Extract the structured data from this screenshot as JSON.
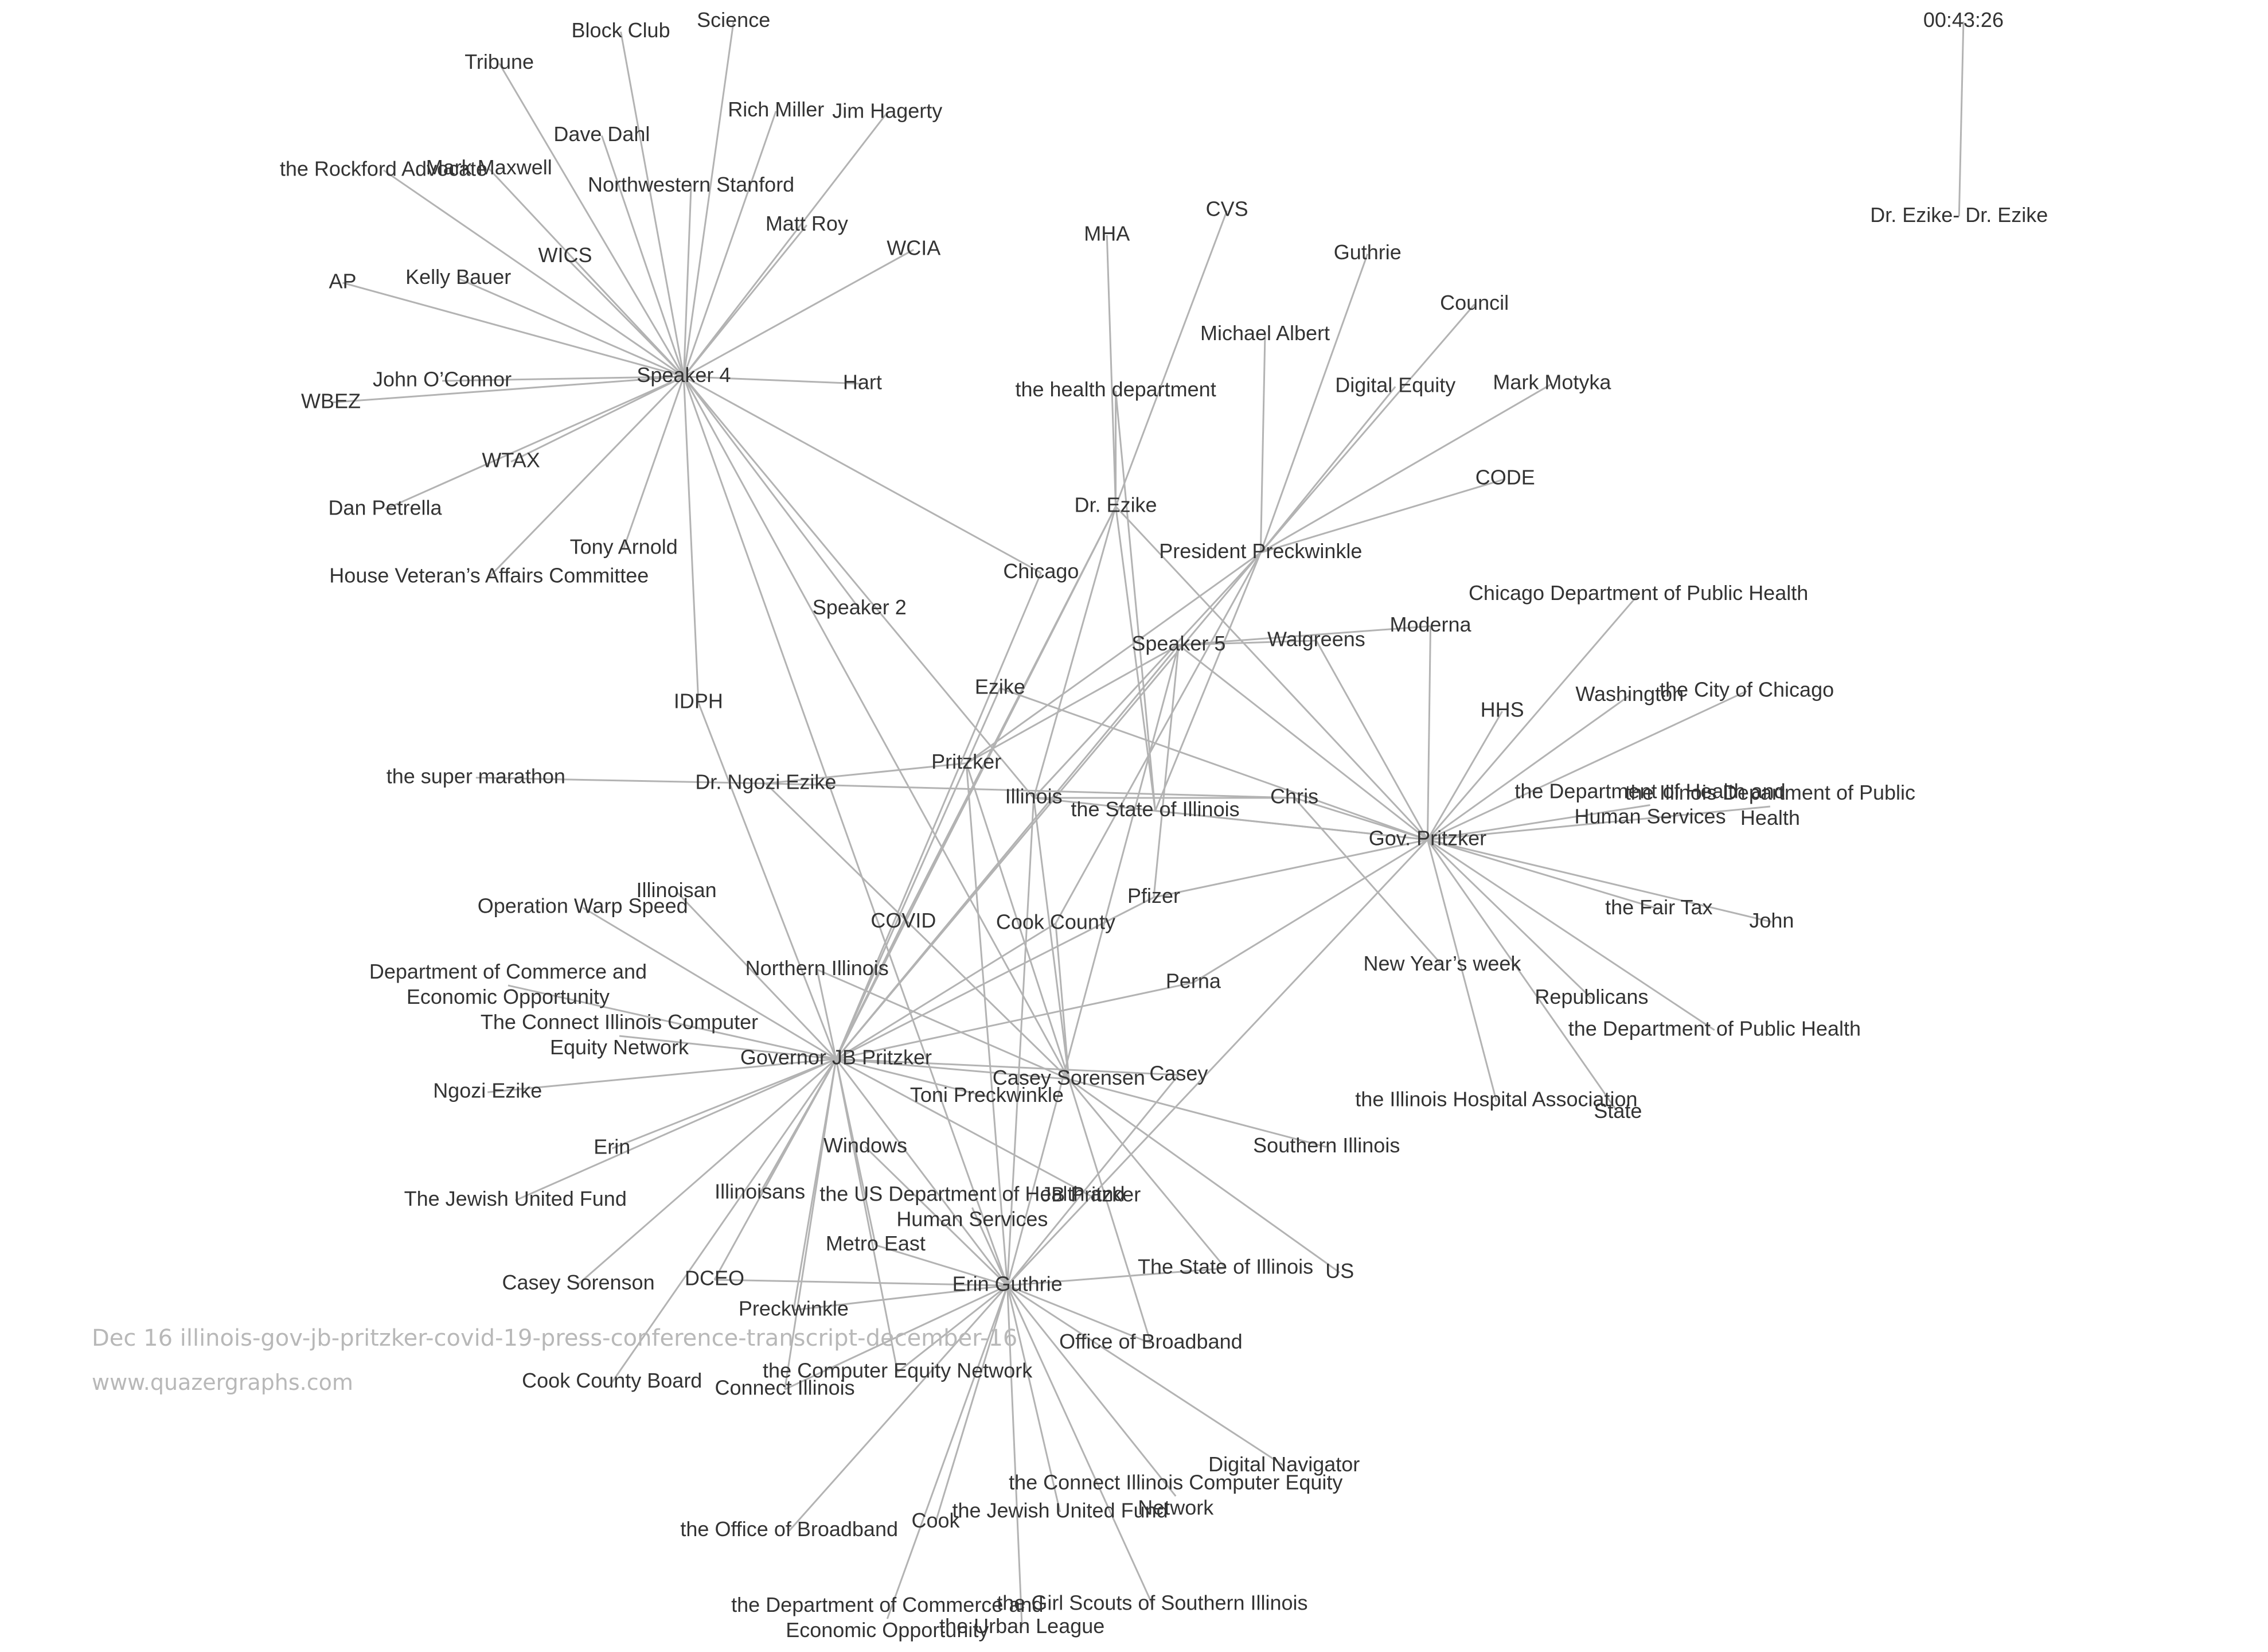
{
  "colors": {
    "edge": "#b3b3b3",
    "label": "#333333",
    "watermark": "#b8b8b8",
    "background": "#ffffff"
  },
  "watermark": {
    "title": "Dec 16 illinois-gov-jb-pritzker-covid-19-press-conference-transcript-december-16",
    "site": "www.quazergraphs.com"
  },
  "graph": {
    "nodes": [
      {
        "id": "speaker4",
        "label": "Speaker 4"
      },
      {
        "id": "block_club",
        "label": "Block Club"
      },
      {
        "id": "science",
        "label": "Science"
      },
      {
        "id": "tribune",
        "label": "Tribune"
      },
      {
        "id": "rich_miller",
        "label": "Rich Miller"
      },
      {
        "id": "jim_hagerty",
        "label": "Jim Hagerty"
      },
      {
        "id": "dave_dahl",
        "label": "Dave Dahl"
      },
      {
        "id": "rockford",
        "label": "the Rockford Advocate"
      },
      {
        "id": "mark_maxwell",
        "label": "Mark Maxwell"
      },
      {
        "id": "northwestern",
        "label": "Northwestern Stanford"
      },
      {
        "id": "matt_roy",
        "label": "Matt Roy"
      },
      {
        "id": "wcia",
        "label": "WCIA"
      },
      {
        "id": "wics",
        "label": "WICS"
      },
      {
        "id": "ap",
        "label": "AP"
      },
      {
        "id": "kelly_bauer",
        "label": "Kelly Bauer"
      },
      {
        "id": "john_oconnor",
        "label": "John O’Connor"
      },
      {
        "id": "wbez",
        "label": "WBEZ"
      },
      {
        "id": "hart",
        "label": "Hart"
      },
      {
        "id": "wtax",
        "label": "WTAX"
      },
      {
        "id": "dan_petrella",
        "label": "Dan Petrella"
      },
      {
        "id": "tony_arnold",
        "label": "Tony Arnold"
      },
      {
        "id": "house_vet",
        "label": "House Veteran’s Affairs Committee"
      },
      {
        "id": "idph",
        "label": "IDPH"
      },
      {
        "id": "chicago",
        "label": "Chicago"
      },
      {
        "id": "speaker2",
        "label": "Speaker 2"
      },
      {
        "id": "illinois",
        "label": "Illinois"
      },
      {
        "id": "time_node",
        "label": "00:43:26"
      },
      {
        "id": "dr_ezike_dr_ezike",
        "label": "Dr. Ezike- Dr. Ezike"
      },
      {
        "id": "mha",
        "label": "MHA"
      },
      {
        "id": "cvs",
        "label": "CVS"
      },
      {
        "id": "guthrie",
        "label": "Guthrie"
      },
      {
        "id": "council",
        "label": "Council"
      },
      {
        "id": "michael_albert",
        "label": "Michael Albert"
      },
      {
        "id": "health_dept",
        "label": "the health department"
      },
      {
        "id": "digital_equity",
        "label": "Digital Equity"
      },
      {
        "id": "mark_motyka",
        "label": "Mark Motyka"
      },
      {
        "id": "code",
        "label": "CODE"
      },
      {
        "id": "dr_ezike",
        "label": "Dr. Ezike"
      },
      {
        "id": "pres_preckwinkle",
        "label": "President Preckwinkle"
      },
      {
        "id": "cdph",
        "label": "Chicago Department of Public Health"
      },
      {
        "id": "moderna",
        "label": "Moderna"
      },
      {
        "id": "walgreens",
        "label": "Walgreens"
      },
      {
        "id": "speaker5",
        "label": "Speaker 5"
      },
      {
        "id": "ezike",
        "label": "Ezike"
      },
      {
        "id": "hhs",
        "label": "HHS"
      },
      {
        "id": "washington",
        "label": "Washington"
      },
      {
        "id": "city_chicago",
        "label": "the City of Chicago"
      },
      {
        "id": "pritzker",
        "label": "Pritzker"
      },
      {
        "id": "dr_ngozi_ezike",
        "label": "Dr. Ngozi Ezike"
      },
      {
        "id": "super_marathon",
        "label": "the super marathon"
      },
      {
        "id": "state_illinois",
        "label": "the State of Illinois"
      },
      {
        "id": "chris",
        "label": "Chris"
      },
      {
        "id": "gov_pritzker",
        "label": "Gov. Pritzker"
      },
      {
        "id": "dhhs",
        "label": "the Department of Health and Human Services"
      },
      {
        "id": "idph_long",
        "label": "the Illinois Department of Public Health"
      },
      {
        "id": "fair_tax",
        "label": "the Fair Tax"
      },
      {
        "id": "john",
        "label": "John"
      },
      {
        "id": "pfizer",
        "label": "Pfizer"
      },
      {
        "id": "cook_county",
        "label": "Cook County"
      },
      {
        "id": "covid",
        "label": "COVID"
      },
      {
        "id": "illinoisan",
        "label": "Illinoisan"
      },
      {
        "id": "op_warp",
        "label": "Operation Warp Speed"
      },
      {
        "id": "new_years",
        "label": "New Year’s week"
      },
      {
        "id": "republicans",
        "label": "Republicans"
      },
      {
        "id": "dph",
        "label": "the Department of Public Health"
      },
      {
        "id": "northern_il",
        "label": "Northern Illinois"
      },
      {
        "id": "perna",
        "label": "Perna"
      },
      {
        "id": "dceo_long",
        "label": "Department of Commerce and Economic Opportunity"
      },
      {
        "id": "cicen",
        "label": "The Connect Illinois Computer Equity Network"
      },
      {
        "id": "governor_jb",
        "label": "Governor JB Pritzker"
      },
      {
        "id": "casey_sorensen",
        "label": "Casey Sorensen"
      },
      {
        "id": "casey",
        "label": "Casey"
      },
      {
        "id": "ngozi_ezike",
        "label": "Ngozi Ezike"
      },
      {
        "id": "toni_preckwinkle",
        "label": "Toni Preckwinkle"
      },
      {
        "id": "il_hospital",
        "label": "the Illinois Hospital Association"
      },
      {
        "id": "state",
        "label": "State"
      },
      {
        "id": "erin",
        "label": "Erin"
      },
      {
        "id": "windows",
        "label": "Windows"
      },
      {
        "id": "southern_il",
        "label": "Southern Illinois"
      },
      {
        "id": "jewish_fund_cap",
        "label": "The Jewish United Fund"
      },
      {
        "id": "illinoisans",
        "label": "Illinoisans"
      },
      {
        "id": "us_dhhs",
        "label": "the US Department of Health and Human Services"
      },
      {
        "id": "jb_pritzker",
        "label": "JB Pritzker"
      },
      {
        "id": "metro_east",
        "label": "Metro East"
      },
      {
        "id": "state_illinois_cap",
        "label": "The State of Illinois"
      },
      {
        "id": "us",
        "label": "US"
      },
      {
        "id": "casey_sorenson",
        "label": "Casey Sorenson"
      },
      {
        "id": "dceo",
        "label": "DCEO"
      },
      {
        "id": "erin_guthrie",
        "label": "Erin Guthrie"
      },
      {
        "id": "preckwinkle",
        "label": "Preckwinkle"
      },
      {
        "id": "office_broadband",
        "label": "Office of Broadband"
      },
      {
        "id": "computer_equity",
        "label": "the Computer Equity Network"
      },
      {
        "id": "cook_board",
        "label": "Cook County Board"
      },
      {
        "id": "connect_illinois",
        "label": "Connect Illinois"
      },
      {
        "id": "digital_nav",
        "label": "Digital Navigator"
      },
      {
        "id": "connect_il_cen",
        "label": "the Connect Illinois Computer Equity Network"
      },
      {
        "id": "jewish_fund",
        "label": "the Jewish United Fund"
      },
      {
        "id": "office_broadband_the",
        "label": "the Office of Broadband"
      },
      {
        "id": "cook",
        "label": "Cook"
      },
      {
        "id": "dceo_the",
        "label": "the Department of Commerce and Economic Opportunity"
      },
      {
        "id": "girl_scouts",
        "label": "the Girl Scouts of Southern Illinois"
      },
      {
        "id": "urban_league",
        "label": "the Urban League"
      }
    ],
    "edges": [
      [
        "speaker4",
        "block_club"
      ],
      [
        "speaker4",
        "science"
      ],
      [
        "speaker4",
        "tribune"
      ],
      [
        "speaker4",
        "rich_miller"
      ],
      [
        "speaker4",
        "jim_hagerty"
      ],
      [
        "speaker4",
        "dave_dahl"
      ],
      [
        "speaker4",
        "rockford"
      ],
      [
        "speaker4",
        "mark_maxwell"
      ],
      [
        "speaker4",
        "northwestern"
      ],
      [
        "speaker4",
        "matt_roy"
      ],
      [
        "speaker4",
        "wcia"
      ],
      [
        "speaker4",
        "wics"
      ],
      [
        "speaker4",
        "ap"
      ],
      [
        "speaker4",
        "kelly_bauer"
      ],
      [
        "speaker4",
        "john_oconnor"
      ],
      [
        "speaker4",
        "wbez"
      ],
      [
        "speaker4",
        "hart"
      ],
      [
        "speaker4",
        "wtax"
      ],
      [
        "speaker4",
        "dan_petrella"
      ],
      [
        "speaker4",
        "tony_arnold"
      ],
      [
        "speaker4",
        "house_vet"
      ],
      [
        "speaker4",
        "idph"
      ],
      [
        "speaker4",
        "chicago"
      ],
      [
        "speaker4",
        "speaker2"
      ],
      [
        "speaker4",
        "illinois"
      ],
      [
        "speaker4",
        "casey_sorensen"
      ],
      [
        "speaker4",
        "erin_guthrie"
      ],
      [
        "time_node",
        "dr_ezike_dr_ezike"
      ],
      [
        "dr_ezike",
        "mha"
      ],
      [
        "dr_ezike",
        "cvs"
      ],
      [
        "dr_ezike",
        "health_dept"
      ],
      [
        "dr_ezike",
        "governor_jb"
      ],
      [
        "dr_ezike",
        "illinois"
      ],
      [
        "dr_ezike",
        "state_illinois"
      ],
      [
        "dr_ezike",
        "covid"
      ],
      [
        "pres_preckwinkle",
        "guthrie"
      ],
      [
        "pres_preckwinkle",
        "council"
      ],
      [
        "pres_preckwinkle",
        "michael_albert"
      ],
      [
        "pres_preckwinkle",
        "digital_equity"
      ],
      [
        "pres_preckwinkle",
        "mark_motyka"
      ],
      [
        "pres_preckwinkle",
        "code"
      ],
      [
        "pres_preckwinkle",
        "illinois"
      ],
      [
        "pres_preckwinkle",
        "state_illinois"
      ],
      [
        "pres_preckwinkle",
        "governor_jb"
      ],
      [
        "pres_preckwinkle",
        "pritzker"
      ],
      [
        "pres_preckwinkle",
        "cook_county"
      ],
      [
        "speaker5",
        "moderna"
      ],
      [
        "speaker5",
        "walgreens"
      ],
      [
        "speaker5",
        "pfizer"
      ],
      [
        "speaker5",
        "pritzker"
      ],
      [
        "speaker5",
        "erin_guthrie"
      ],
      [
        "speaker5",
        "gov_pritzker"
      ],
      [
        "health_dept",
        "state_illinois"
      ],
      [
        "gov_pritzker",
        "cdph"
      ],
      [
        "gov_pritzker",
        "moderna"
      ],
      [
        "gov_pritzker",
        "walgreens"
      ],
      [
        "gov_pritzker",
        "hhs"
      ],
      [
        "gov_pritzker",
        "washington"
      ],
      [
        "gov_pritzker",
        "city_chicago"
      ],
      [
        "gov_pritzker",
        "dhhs"
      ],
      [
        "gov_pritzker",
        "idph_long"
      ],
      [
        "gov_pritzker",
        "fair_tax"
      ],
      [
        "gov_pritzker",
        "john"
      ],
      [
        "gov_pritzker",
        "republicans"
      ],
      [
        "gov_pritzker",
        "dph"
      ],
      [
        "gov_pritzker",
        "state"
      ],
      [
        "gov_pritzker",
        "il_hospital"
      ],
      [
        "gov_pritzker",
        "chris"
      ],
      [
        "gov_pritzker",
        "state_illinois"
      ],
      [
        "gov_pritzker",
        "pfizer"
      ],
      [
        "gov_pritzker",
        "perna"
      ],
      [
        "gov_pritzker",
        "illinois"
      ],
      [
        "gov_pritzker",
        "erin_guthrie"
      ],
      [
        "gov_pritzker",
        "ezike"
      ],
      [
        "gov_pritzker",
        "dr_ezike"
      ],
      [
        "chris",
        "new_years"
      ],
      [
        "chris",
        "illinois"
      ],
      [
        "dr_ngozi_ezike",
        "super_marathon"
      ],
      [
        "dr_ngozi_ezike",
        "pritzker"
      ],
      [
        "dr_ngozi_ezike",
        "chris"
      ],
      [
        "dr_ngozi_ezike",
        "casey_sorensen"
      ],
      [
        "idph",
        "governor_jb"
      ],
      [
        "governor_jb",
        "illinoisan"
      ],
      [
        "governor_jb",
        "op_warp"
      ],
      [
        "governor_jb",
        "northern_il"
      ],
      [
        "governor_jb",
        "dceo_long"
      ],
      [
        "governor_jb",
        "cicen"
      ],
      [
        "governor_jb",
        "ngozi_ezike"
      ],
      [
        "governor_jb",
        "erin"
      ],
      [
        "governor_jb",
        "jewish_fund_cap"
      ],
      [
        "governor_jb",
        "casey_sorenson"
      ],
      [
        "governor_jb",
        "cook_board"
      ],
      [
        "governor_jb",
        "dceo"
      ],
      [
        "governor_jb",
        "connect_illinois"
      ],
      [
        "governor_jb",
        "preckwinkle"
      ],
      [
        "governor_jb",
        "computer_equity"
      ],
      [
        "governor_jb",
        "casey_sorensen"
      ],
      [
        "governor_jb",
        "casey"
      ],
      [
        "governor_jb",
        "toni_preckwinkle"
      ],
      [
        "governor_jb",
        "metro_east"
      ],
      [
        "governor_jb",
        "illinoisans"
      ],
      [
        "governor_jb",
        "perna"
      ],
      [
        "governor_jb",
        "cook_county"
      ],
      [
        "governor_jb",
        "covid"
      ],
      [
        "governor_jb",
        "ezike"
      ],
      [
        "governor_jb",
        "pfizer"
      ],
      [
        "governor_jb",
        "chicago"
      ],
      [
        "governor_jb",
        "speaker5"
      ],
      [
        "governor_jb",
        "erin_guthrie"
      ],
      [
        "governor_jb",
        "jb_pritzker"
      ],
      [
        "casey_sorensen",
        "southern_il"
      ],
      [
        "casey_sorensen",
        "state_illinois_cap"
      ],
      [
        "casey_sorensen",
        "us"
      ],
      [
        "casey_sorensen",
        "office_broadband"
      ],
      [
        "casey_sorensen",
        "northern_il"
      ],
      [
        "casey_sorensen",
        "pritzker"
      ],
      [
        "casey_sorensen",
        "illinois"
      ],
      [
        "casey_sorensen",
        "cook_county"
      ],
      [
        "erin_guthrie",
        "windows"
      ],
      [
        "erin_guthrie",
        "metro_east"
      ],
      [
        "erin_guthrie",
        "dceo"
      ],
      [
        "erin_guthrie",
        "office_broadband"
      ],
      [
        "erin_guthrie",
        "state_illinois_cap"
      ],
      [
        "erin_guthrie",
        "digital_nav"
      ],
      [
        "erin_guthrie",
        "connect_il_cen"
      ],
      [
        "erin_guthrie",
        "jewish_fund"
      ],
      [
        "erin_guthrie",
        "office_broadband_the"
      ],
      [
        "erin_guthrie",
        "cook"
      ],
      [
        "erin_guthrie",
        "dceo_the"
      ],
      [
        "erin_guthrie",
        "girl_scouts"
      ],
      [
        "erin_guthrie",
        "urban_league"
      ],
      [
        "erin_guthrie",
        "computer_equity"
      ],
      [
        "erin_guthrie",
        "casey"
      ],
      [
        "erin_guthrie",
        "pritzker"
      ],
      [
        "erin_guthrie",
        "illinois"
      ],
      [
        "erin_guthrie",
        "us_dhhs"
      ],
      [
        "erin_guthrie",
        "preckwinkle"
      ],
      [
        "erin_guthrie",
        "connect_illinois"
      ]
    ]
  }
}
